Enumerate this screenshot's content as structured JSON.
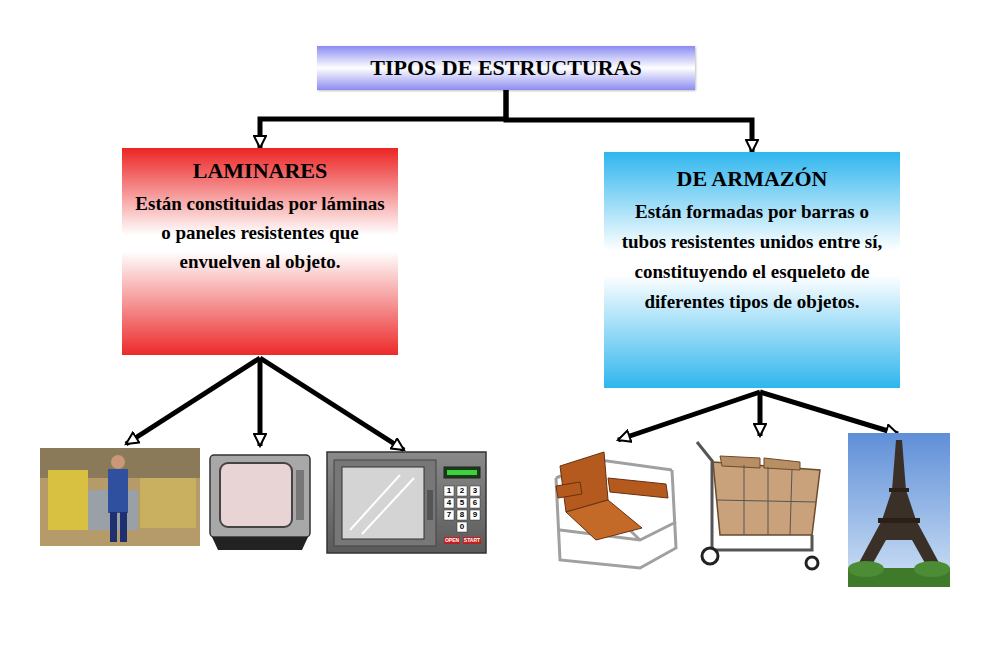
{
  "diagram": {
    "title": "TIPOS DE ESTRUCTURAS",
    "nodes": [
      {
        "text": [
          "TIPOS DE ESTRUCTURAS"
        ]
      },
      {
        "text": [
          "LAMINARES",
          "Están constituidas por láminas o paneles resistentes que envuelven al objeto."
        ]
      },
      {
        "text": [
          "DE ARMAZÓN",
          "Están formadas por barras o tubos resistentes unidos entre sí, constituyendo el esqueleto de diferentes tipos de objetos."
        ]
      }
    ],
    "edges": [
      {
        "from": 0,
        "to": 1,
        "arrow": "to"
      },
      {
        "from": 0,
        "to": 2,
        "arrow": "to"
      }
    ],
    "labels": [
      "1",
      "2",
      "3",
      "4",
      "5",
      "6",
      "7",
      "8",
      "9",
      "0",
      "OPEN",
      "START"
    ]
  }
}
